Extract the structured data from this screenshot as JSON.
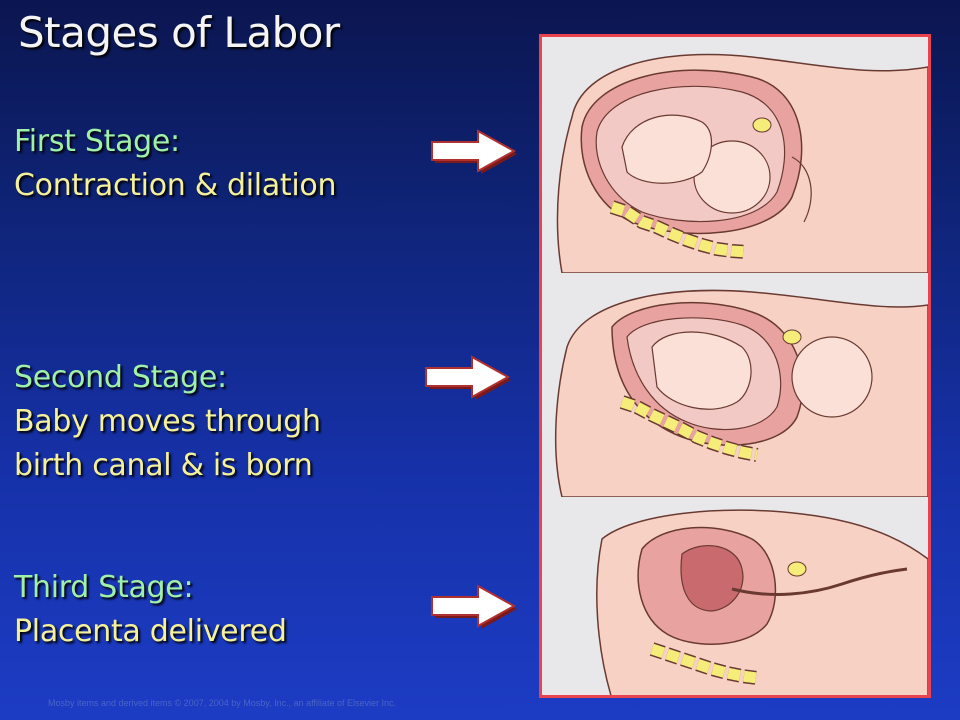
{
  "title": "Stages of Labor",
  "stages": [
    {
      "heading": "First Stage:",
      "lines": [
        "Contraction & dilation"
      ]
    },
    {
      "heading": "Second Stage:",
      "lines": [
        "Baby moves through",
        "birth canal & is born"
      ]
    },
    {
      "heading": "Third Stage:",
      "lines": [
        "Placenta delivered"
      ]
    }
  ],
  "credit": "Mosby items and derived items © 2007, 2004 by Mosby, Inc., an affiliate of Elsevier Inc.",
  "colors": {
    "heading": "#9ff0a8",
    "description": "#f5f19a",
    "arrow": "#ffffff",
    "panel_border": "#e8434f",
    "background": "#1631a8"
  }
}
